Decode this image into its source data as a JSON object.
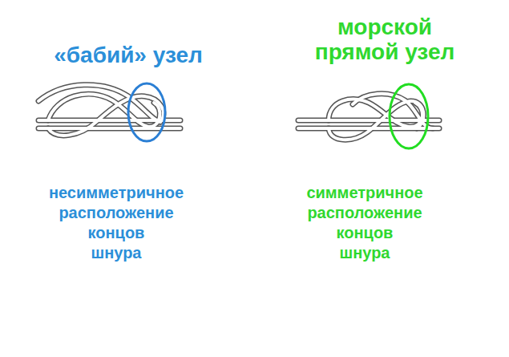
{
  "diagram": {
    "labels": [
      "«бабий» узел",
      "морской прямой узел",
      "несимметричное расположение концов шнура",
      "симметричное расположение концов шнура"
    ]
  }
}
